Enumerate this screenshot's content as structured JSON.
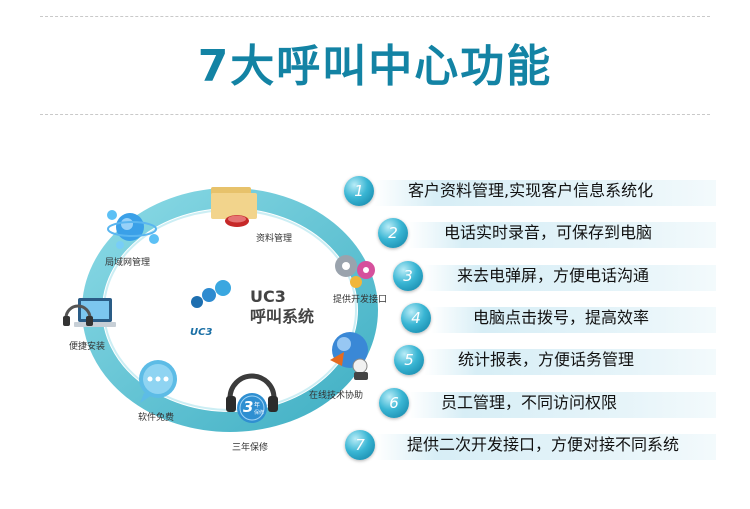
{
  "title": "7大呼叫中心功能",
  "center": {
    "brand_top": "UC3",
    "brand_bottom": "呼叫系统",
    "logo_caption": "UC3"
  },
  "nodes": [
    {
      "label": "资料管理",
      "icon": "folder-mouse-icon"
    },
    {
      "label": "局域网管理",
      "icon": "globe-network-icon"
    },
    {
      "label": "提供开发接口",
      "icon": "gears-icon"
    },
    {
      "label": "便捷安装",
      "icon": "laptop-headset-icon"
    },
    {
      "label": "在线技术协助",
      "icon": "support-globe-icon"
    },
    {
      "label": "软件免费",
      "icon": "chat-bubble-icon"
    },
    {
      "label": "三年保修",
      "icon": "headset-warranty-icon"
    }
  ],
  "badge": {
    "number": "3",
    "unit": "年",
    "sub": "保修"
  },
  "features": [
    {
      "num": "1",
      "text": "客户资料管理,实现客户信息系统化"
    },
    {
      "num": "2",
      "text": "电话实时录音，可保存到电脑"
    },
    {
      "num": "3",
      "text": "来去电弹屏，方便电话沟通"
    },
    {
      "num": "4",
      "text": "电脑点击拨号，提高效率"
    },
    {
      "num": "5",
      "text": "统计报表，方便话务管理"
    },
    {
      "num": "6",
      "text": "员工管理，不同访问权限"
    },
    {
      "num": "7",
      "text": "提供二次开发接口，方便对接不同系统"
    }
  ],
  "colors": {
    "title": "#1383a4",
    "ring": "#3fb8c9",
    "badge": "#2f8fd1"
  }
}
